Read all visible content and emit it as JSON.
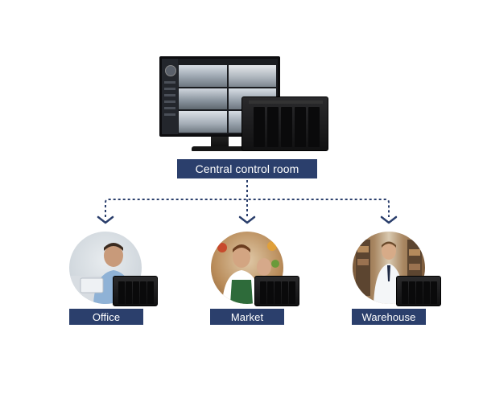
{
  "central": {
    "label": "Central control room"
  },
  "sites": [
    {
      "label": "Office"
    },
    {
      "label": "Market"
    },
    {
      "label": "Warehouse"
    }
  ],
  "colors": {
    "label_bg": "#2b3f6c",
    "label_text": "#ffffff",
    "connector": "#2b3f6c",
    "device": "#151516"
  },
  "icons": {
    "monitor": "surveillance-monitor-icon",
    "nas": "nas-device-icon",
    "arrow": "arrow-down-icon"
  }
}
